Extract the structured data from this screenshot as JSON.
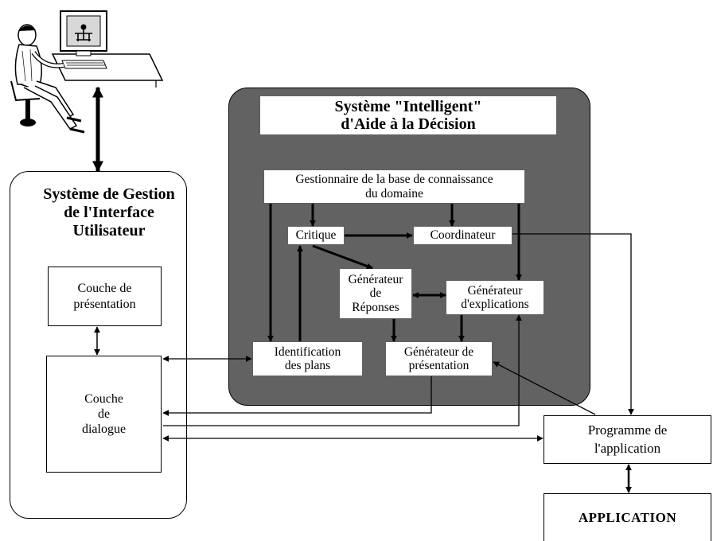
{
  "ui_system": {
    "title": "Système de Gestion\nde l'Interface\nUtilisateur"
  },
  "ui_layers": {
    "presentation": "Couche de\nprésentation",
    "dialog": "Couche\nde\ndialogue"
  },
  "idss": {
    "title": "Système \"Intelligent\"\nd'Aide à la Décision",
    "kb_manager": "Gestionnaire de la base de connaissance\ndu domaine",
    "critique": "Critique",
    "coordinator": "Coordinateur",
    "response_generator": "Générateur\nde\nRéponses",
    "explanation_generator": "Générateur\nd'explications",
    "plan_identification": "Identification\ndes plans",
    "presentation_generator": "Générateur de\nprésentation"
  },
  "application_program": "Programme de\nl'application",
  "application": "APPLICATION",
  "colors": {
    "idss_background": "#626262",
    "lines": "#000000",
    "box_fill": "#ffffff"
  },
  "icons": [
    "user-at-computer-icon"
  ]
}
